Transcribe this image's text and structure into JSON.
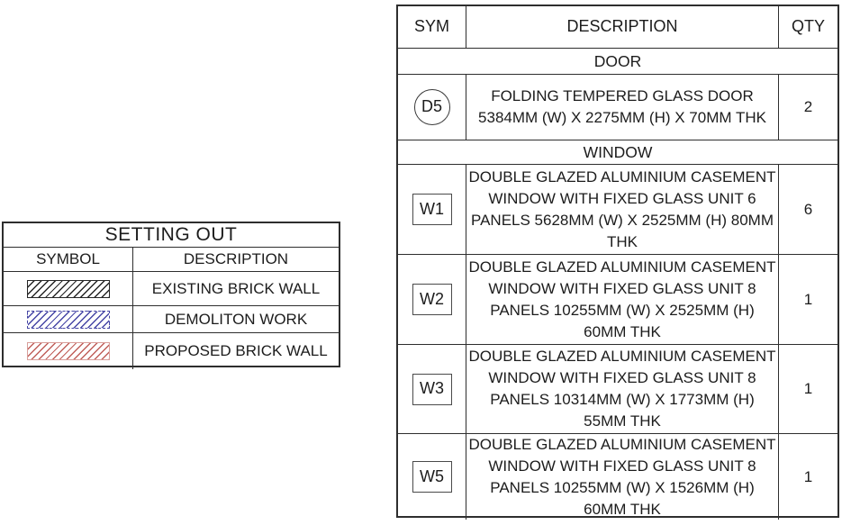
{
  "colors": {
    "table_line": "#2e2e2e",
    "text": "#1c1c1c",
    "background": "#ffffff",
    "existing_hatch": "#262626",
    "demolition_hatch": "#4545a5",
    "proposed_hatch": "#c05f5a",
    "proposed_hatch_border": "#d89f9b"
  },
  "setting_out": {
    "title": "SETTING OUT",
    "headers": {
      "symbol": "SYMBOL",
      "description": "DESCRIPTION"
    },
    "rows": [
      {
        "symbol_name": "existing-brick-wall-hatch",
        "description": "EXISTING BRICK WALL",
        "hatch_color": "#262626",
        "border_style": "solid"
      },
      {
        "symbol_name": "demolition-work-hatch",
        "description": "DEMOLITON WORK",
        "hatch_color": "#4545a5",
        "border_style": "dashed"
      },
      {
        "symbol_name": "proposed-brick-wall-hatch",
        "description": "PROPOSED BRICK WALL",
        "hatch_color": "#c05f5a",
        "hatch_border_color": "#d89f9b",
        "border_style": "solid"
      }
    ]
  },
  "schedule": {
    "headers": {
      "sym": "SYM",
      "description": "DESCRIPTION",
      "qty": "QTY"
    },
    "sections": {
      "door": {
        "label": "DOOR"
      },
      "window": {
        "label": "WINDOW"
      }
    },
    "rows": [
      {
        "sym": "D5",
        "shape": "circle",
        "description": "FOLDING TEMPERED GLASS DOOR 5384MM (W) X 2275MM (H) X 70MM THK",
        "qty": "2"
      },
      {
        "sym": "W1",
        "shape": "square",
        "description": "DOUBLE GLAZED ALUMINIUM CASEMENT WINDOW WITH FIXED GLASS UNIT 6 PANELS 5628MM (W) X 2525MM (H) 80MM THK",
        "qty": "6"
      },
      {
        "sym": "W2",
        "shape": "square",
        "description": "DOUBLE GLAZED ALUMINIUM CASEMENT WINDOW WITH FIXED GLASS UNIT 8 PANELS 10255MM (W) X 2525MM (H) 60MM THK",
        "qty": "1"
      },
      {
        "sym": "W3",
        "shape": "square",
        "description": "DOUBLE GLAZED ALUMINIUM CASEMENT WINDOW WITH FIXED GLASS UNIT 8 PANELS 10314MM (W) X 1773MM (H) 55MM THK",
        "qty": "1"
      },
      {
        "sym": "W5",
        "shape": "square",
        "description": "DOUBLE GLAZED ALUMINIUM CASEMENT WINDOW WITH FIXED GLASS UNIT 8 PANELS 10255MM (W) X 1526MM (H) 60MM THK",
        "qty": "1"
      }
    ]
  }
}
